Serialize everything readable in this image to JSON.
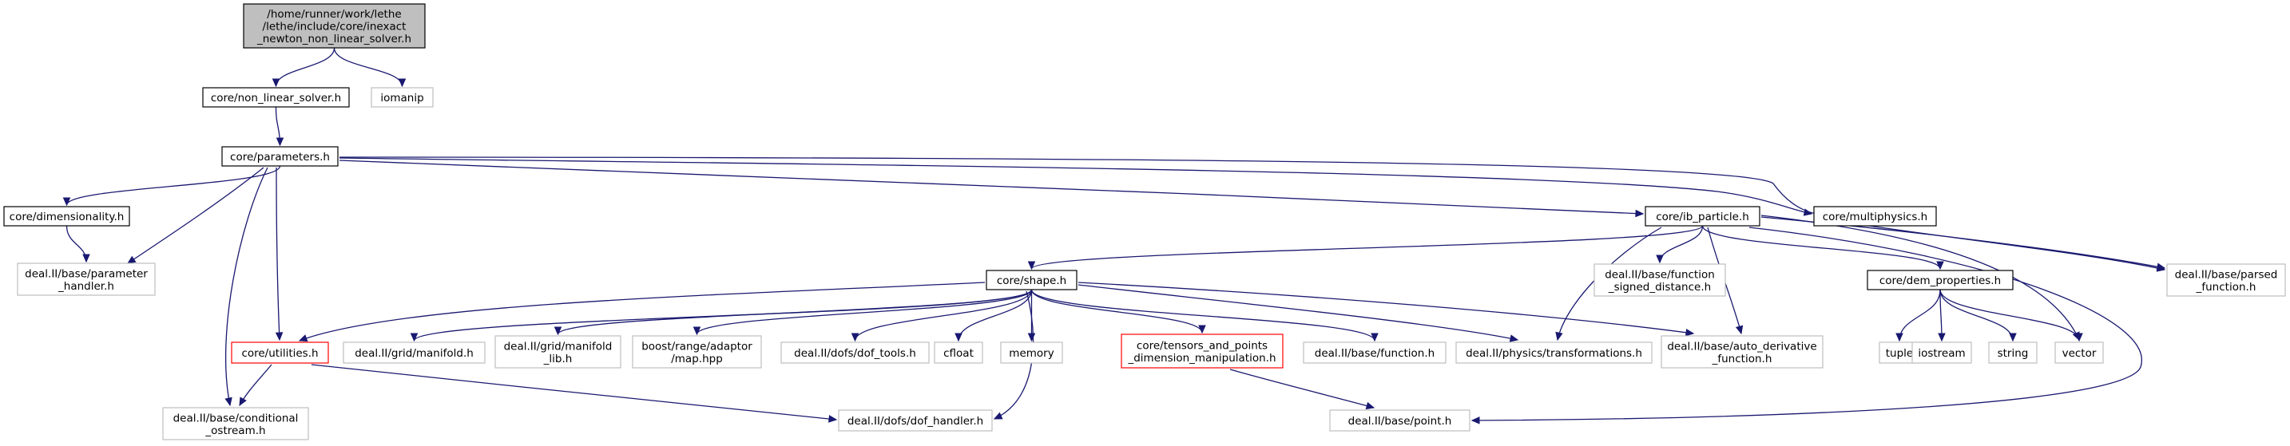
{
  "colors": {
    "edge": "#191970",
    "border_normal": "#000000",
    "border_external": "#bfbfbf",
    "border_warning": "#ff0000",
    "fill_focus": "#bfbfbf",
    "fill_normal": "#ffffff"
  },
  "nodes": [
    {
      "id": "root",
      "lines": [
        "/home/runner/work/lethe",
        "/lethe/include/core/inexact",
        "_newton_non_linear_solver.h"
      ],
      "style": "focus"
    },
    {
      "id": "nls",
      "lines": [
        "core/non_linear_solver.h"
      ],
      "style": "normal"
    },
    {
      "id": "iomanip",
      "lines": [
        "iomanip"
      ],
      "style": "external"
    },
    {
      "id": "params",
      "lines": [
        "core/parameters.h"
      ],
      "style": "normal"
    },
    {
      "id": "dim",
      "lines": [
        "core/dimensionality.h"
      ],
      "style": "normal"
    },
    {
      "id": "ph",
      "lines": [
        "deal.II/base/parameter",
        "_handler.h"
      ],
      "style": "external"
    },
    {
      "id": "ib",
      "lines": [
        "core/ib_particle.h"
      ],
      "style": "normal"
    },
    {
      "id": "mp",
      "lines": [
        "core/multiphysics.h"
      ],
      "style": "normal"
    },
    {
      "id": "pf",
      "lines": [
        "deal.II/base/parsed",
        "_function.h"
      ],
      "style": "external"
    },
    {
      "id": "shape",
      "lines": [
        "core/shape.h"
      ],
      "style": "normal"
    },
    {
      "id": "fsd",
      "lines": [
        "deal.II/base/function",
        "_signed_distance.h"
      ],
      "style": "external"
    },
    {
      "id": "dem",
      "lines": [
        "core/dem_properties.h"
      ],
      "style": "normal"
    },
    {
      "id": "util",
      "lines": [
        "core/utilities.h"
      ],
      "style": "warning"
    },
    {
      "id": "manifold",
      "lines": [
        "deal.II/grid/manifold.h"
      ],
      "style": "external"
    },
    {
      "id": "manlib",
      "lines": [
        "deal.II/grid/manifold",
        "_lib.h"
      ],
      "style": "external"
    },
    {
      "id": "boostmap",
      "lines": [
        "boost/range/adaptor",
        "/map.hpp"
      ],
      "style": "external"
    },
    {
      "id": "doftools",
      "lines": [
        "deal.II/dofs/dof_tools.h"
      ],
      "style": "external"
    },
    {
      "id": "cfloat",
      "lines": [
        "cfloat"
      ],
      "style": "external"
    },
    {
      "id": "memory",
      "lines": [
        "memory"
      ],
      "style": "external"
    },
    {
      "id": "tensors",
      "lines": [
        "core/tensors_and_points",
        "_dimension_manipulation.h"
      ],
      "style": "warning"
    },
    {
      "id": "func",
      "lines": [
        "deal.II/base/function.h"
      ],
      "style": "external"
    },
    {
      "id": "trans",
      "lines": [
        "deal.II/physics/transformations.h"
      ],
      "style": "external"
    },
    {
      "id": "autod",
      "lines": [
        "deal.II/base/auto_derivative",
        "_function.h"
      ],
      "style": "external"
    },
    {
      "id": "tuple",
      "lines": [
        "tuple"
      ],
      "style": "external"
    },
    {
      "id": "iostream",
      "lines": [
        "iostream"
      ],
      "style": "external"
    },
    {
      "id": "string",
      "lines": [
        "string"
      ],
      "style": "external"
    },
    {
      "id": "vector",
      "lines": [
        "vector"
      ],
      "style": "external"
    },
    {
      "id": "cond",
      "lines": [
        "deal.II/base/conditional",
        "_ostream.h"
      ],
      "style": "external"
    },
    {
      "id": "dofh",
      "lines": [
        "deal.II/dofs/dof_handler.h"
      ],
      "style": "external"
    },
    {
      "id": "point",
      "lines": [
        "deal.II/base/point.h"
      ],
      "style": "external"
    }
  ],
  "edges": [
    [
      "root",
      "nls"
    ],
    [
      "root",
      "iomanip"
    ],
    [
      "nls",
      "params"
    ],
    [
      "params",
      "dim"
    ],
    [
      "params",
      "ph"
    ],
    [
      "params",
      "ib"
    ],
    [
      "params",
      "mp"
    ],
    [
      "params",
      "pf"
    ],
    [
      "params",
      "util"
    ],
    [
      "params",
      "cond"
    ],
    [
      "dim",
      "ph"
    ],
    [
      "ib",
      "shape"
    ],
    [
      "ib",
      "fsd"
    ],
    [
      "ib",
      "dem"
    ],
    [
      "ib",
      "trans"
    ],
    [
      "ib",
      "autod"
    ],
    [
      "ib",
      "pf"
    ],
    [
      "ib",
      "vector"
    ],
    [
      "ib",
      "point"
    ],
    [
      "shape",
      "util"
    ],
    [
      "shape",
      "manifold"
    ],
    [
      "shape",
      "manlib"
    ],
    [
      "shape",
      "boostmap"
    ],
    [
      "shape",
      "doftools"
    ],
    [
      "shape",
      "cfloat"
    ],
    [
      "shape",
      "memory"
    ],
    [
      "shape",
      "tensors"
    ],
    [
      "shape",
      "func"
    ],
    [
      "shape",
      "trans"
    ],
    [
      "shape",
      "autod"
    ],
    [
      "shape",
      "dofh"
    ],
    [
      "util",
      "cond"
    ],
    [
      "util",
      "dofh"
    ],
    [
      "tensors",
      "point"
    ],
    [
      "dem",
      "tuple"
    ],
    [
      "dem",
      "iostream"
    ],
    [
      "dem",
      "string"
    ],
    [
      "dem",
      "vector"
    ]
  ]
}
